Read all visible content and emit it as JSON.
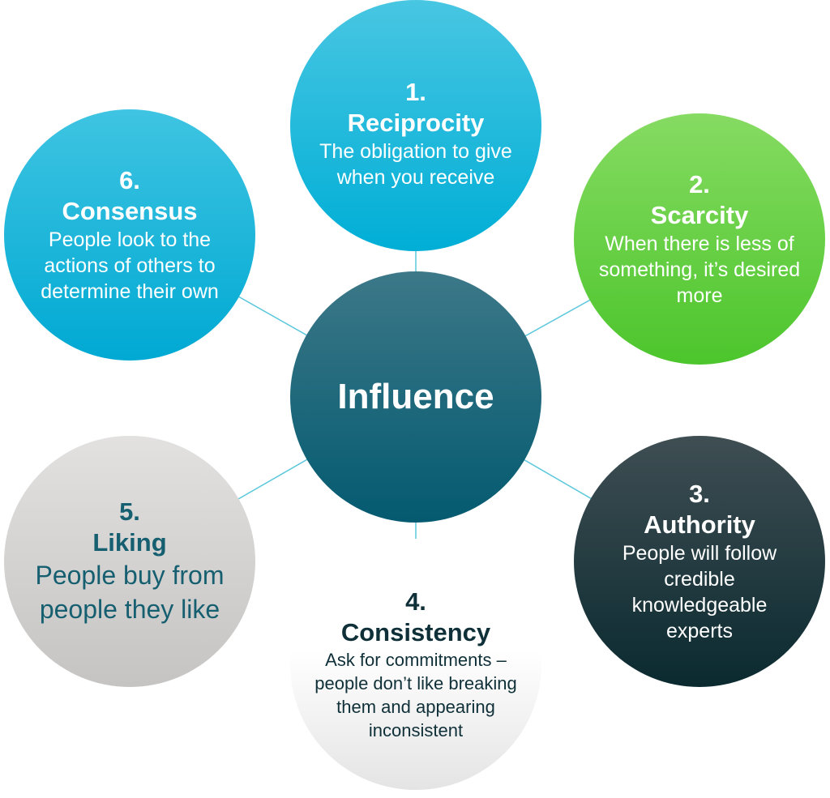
{
  "center": {
    "title": "Influence"
  },
  "principles": [
    {
      "number": "1.",
      "title": "Reciprocity",
      "body": "The obligation to give when you receive"
    },
    {
      "number": "2.",
      "title": "Scarcity",
      "body": "When there is less of something, it’s desired more"
    },
    {
      "number": "3.",
      "title": "Authority",
      "body": "People will follow credible knowledgeable experts"
    },
    {
      "number": "4.",
      "title": "Consistency",
      "body": "Ask for commitments – people don’t like breaking them and appearing inconsistent"
    },
    {
      "number": "5.",
      "title": "Liking",
      "body": "People buy from people they like"
    },
    {
      "number": "6.",
      "title": "Consensus",
      "body": "People look to the actions of others to determine their own"
    }
  ],
  "colors": {
    "connector": "#5cc8dc",
    "blue": "#00aed6",
    "green": "#4cc52c",
    "dark": "#0a2a30",
    "teal": "#045a70"
  }
}
